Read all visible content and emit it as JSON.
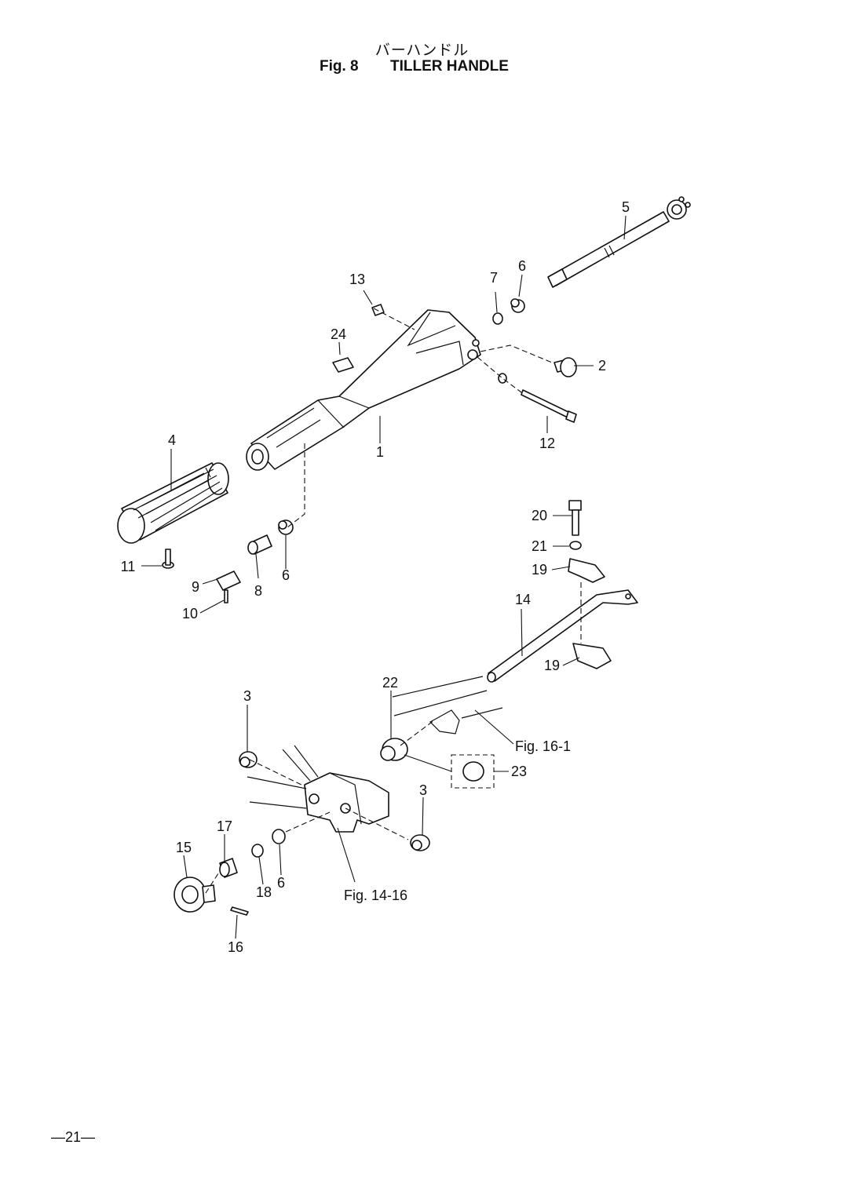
{
  "header": {
    "title_jp": "バーハンドル",
    "fig_number": "Fig. 8",
    "title_en": "TILLER HANDLE"
  },
  "callouts": {
    "c1": "1",
    "c2": "2",
    "c3a": "3",
    "c3b": "3",
    "c4": "4",
    "c5": "5",
    "c6a": "6",
    "c6b": "6",
    "c6c": "6",
    "c7": "7",
    "c8": "8",
    "c9": "9",
    "c10": "10",
    "c11": "11",
    "c12": "12",
    "c13": "13",
    "c14": "14",
    "c15": "15",
    "c16": "16",
    "c17": "17",
    "c18": "18",
    "c19a": "19",
    "c19b": "19",
    "c20": "20",
    "c21": "21",
    "c22": "22",
    "c23": "23",
    "c24": "24"
  },
  "references": {
    "fig16": "Fig. 16-1",
    "fig14": "Fig. 14-16"
  },
  "footer": {
    "page": "—21—"
  }
}
